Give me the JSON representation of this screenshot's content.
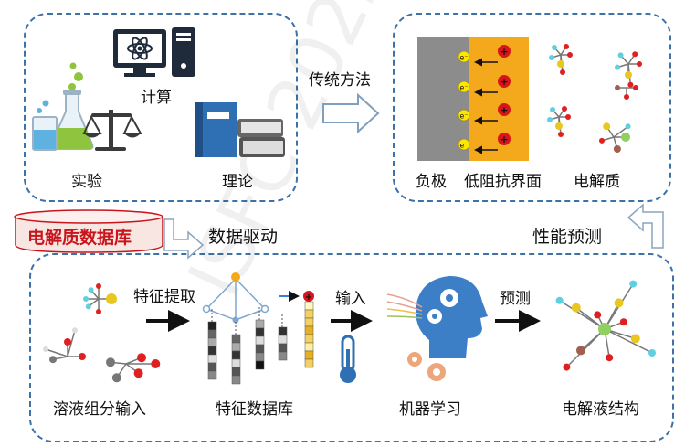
{
  "watermark": "ISFC 2022",
  "top_left": {
    "compute": "计算",
    "experiment": "实验",
    "theory": "理论"
  },
  "traditional": "传统方法",
  "top_right": {
    "anode": "负极",
    "interface": "低阻抗界面",
    "electrolyte": "电解质",
    "electron_symbol": "e⁻",
    "ion_symbol": "+"
  },
  "database": "电解质数据库",
  "data_driven": "数据驱动",
  "performance": "性能预测",
  "bottom": {
    "feature_extract": "特征提取",
    "input": "输入",
    "predict": "预测",
    "solvent_input": "溶液组分输入",
    "feature_db": "特征数据库",
    "ml": "机器学习",
    "structure": "电解液结构"
  },
  "colors": {
    "box_border": "#3d72a8",
    "interface": "#f4a81c",
    "electrode": "#8c8c8c",
    "ion": "#d9141b",
    "electron": "#ffe600",
    "database_text": "#c8141b",
    "book_blue": "#2f6fb3"
  }
}
